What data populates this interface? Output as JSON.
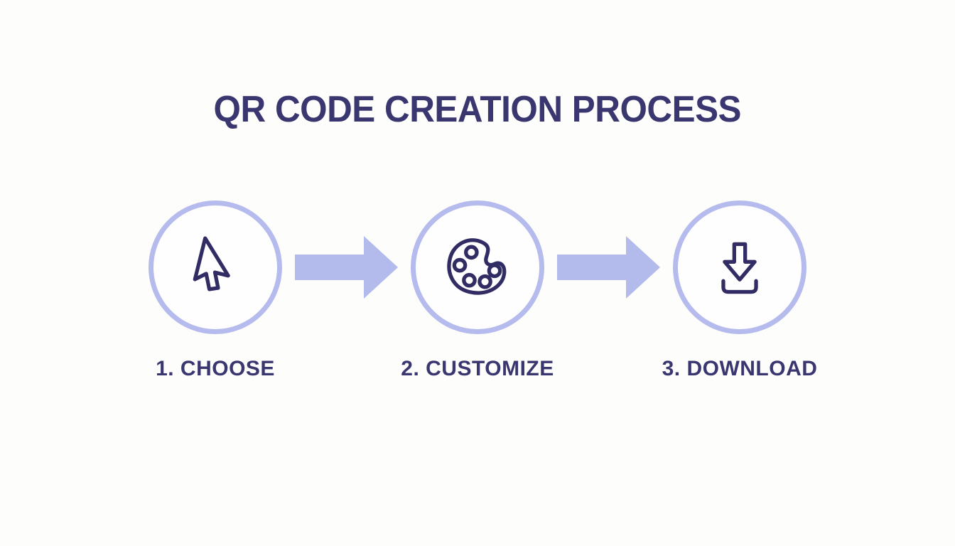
{
  "page": {
    "background": "#fdfdfc"
  },
  "title": "QR CODE CREATION PROCESS",
  "colors": {
    "bg": "#fdfdfc",
    "ink": "#3a3670",
    "icon_ink": "#312c63",
    "accent": "#b6bbee",
    "arrow": "#b3baec"
  },
  "steps": [
    {
      "number": "1",
      "label": "1. CHOOSE",
      "icon": "cursor-icon"
    },
    {
      "number": "2",
      "label": "2. CUSTOMIZE",
      "icon": "palette-icon"
    },
    {
      "number": "3",
      "label": "3. DOWNLOAD",
      "icon": "download-icon"
    }
  ]
}
